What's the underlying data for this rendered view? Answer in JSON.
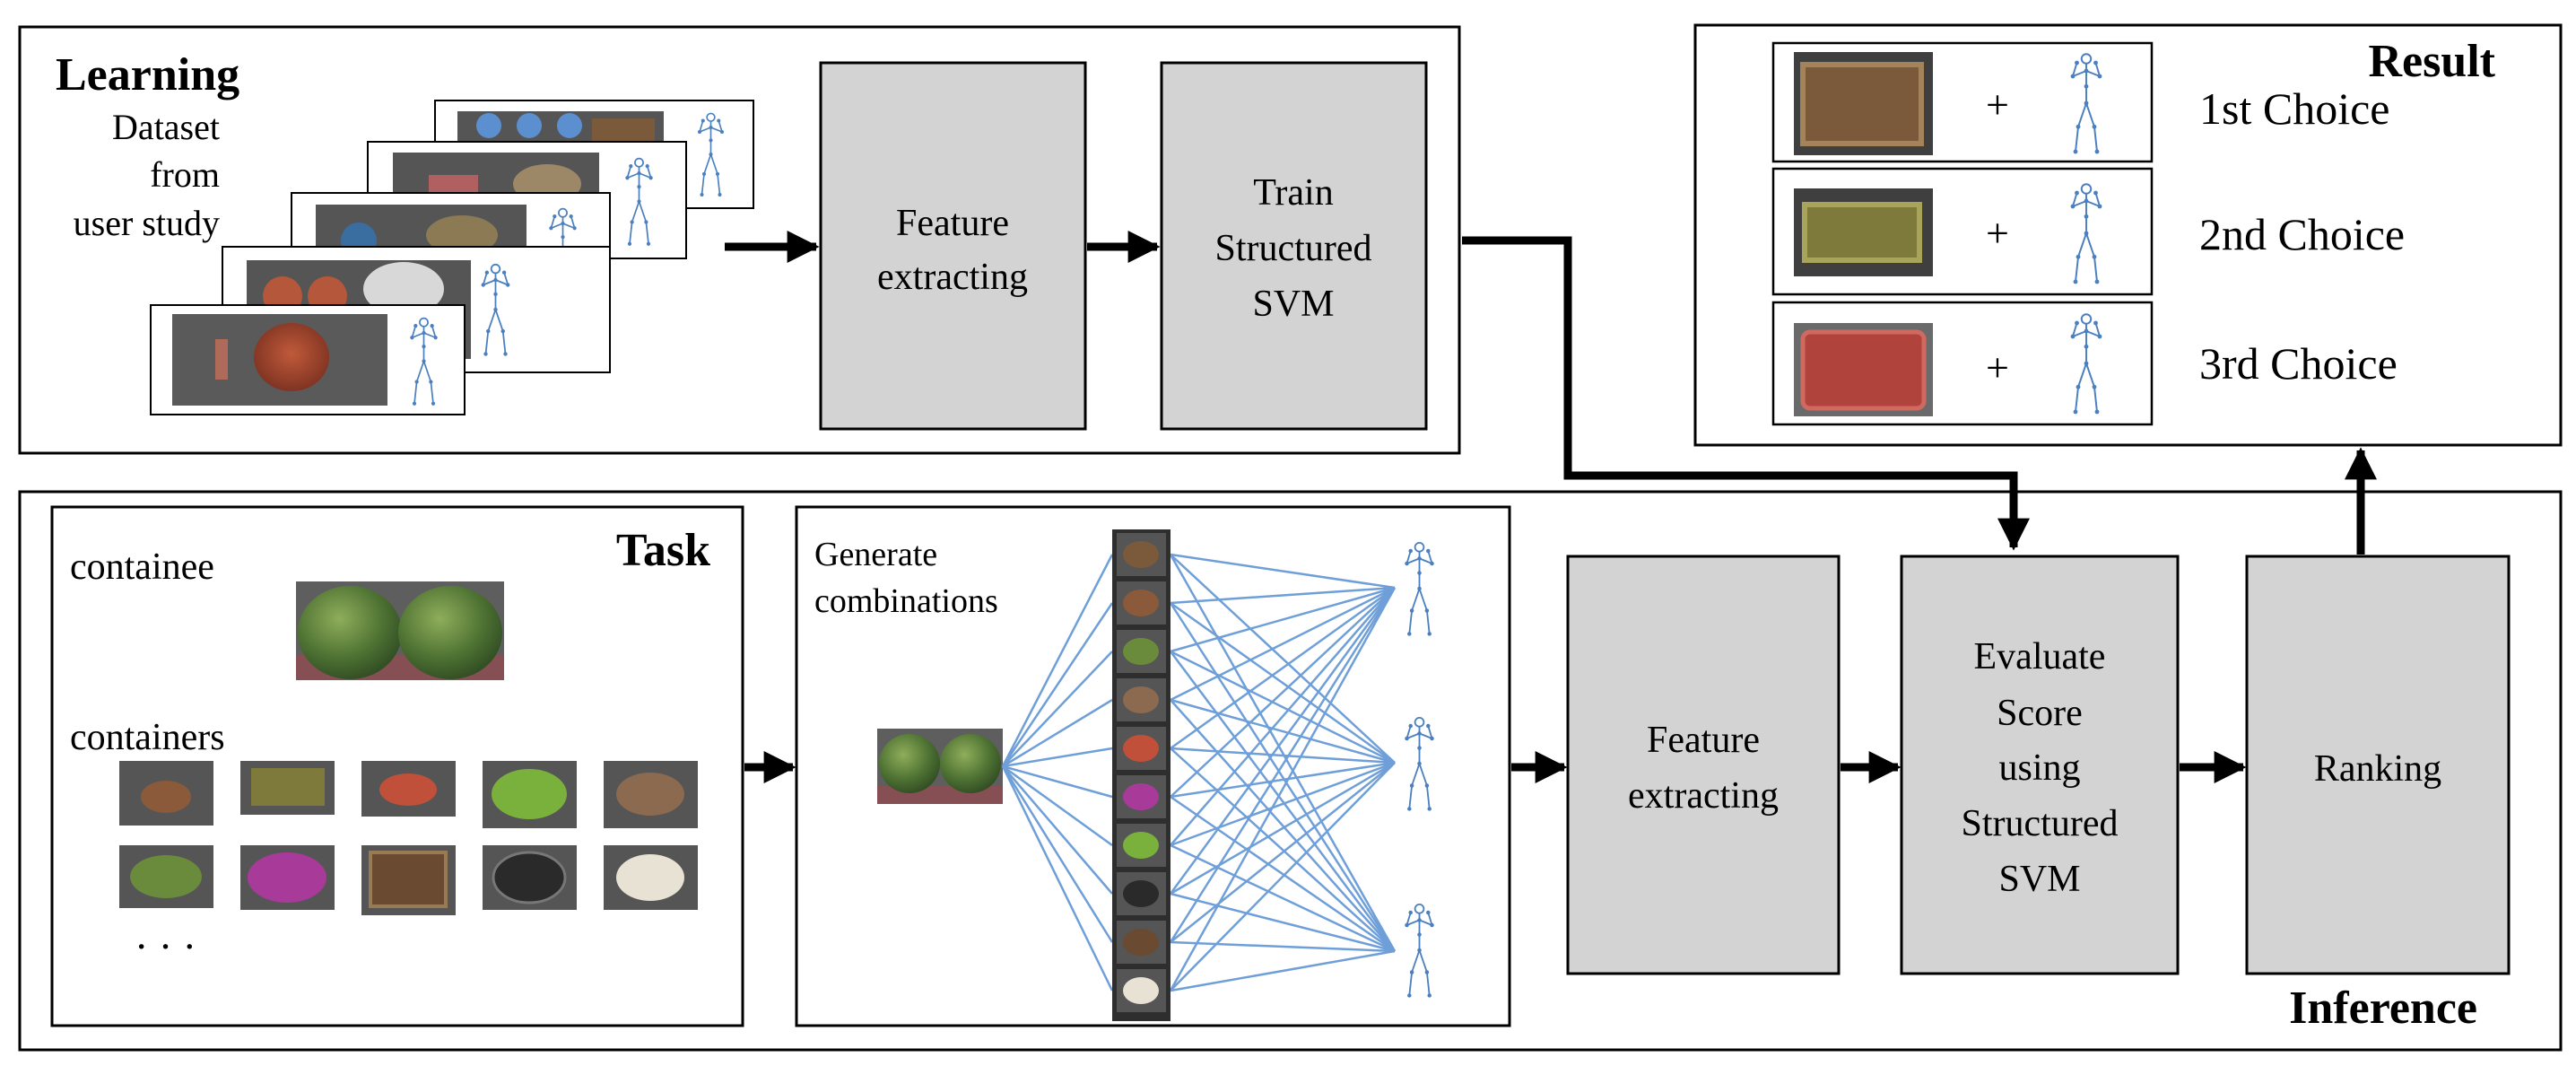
{
  "learning": {
    "title": "Learning",
    "dataset_lines": [
      "Dataset",
      "from",
      "user study"
    ],
    "feature_box": [
      "Feature",
      "extracting"
    ],
    "train_box": [
      "Train",
      "Structured",
      "SVM"
    ]
  },
  "result": {
    "title": "Result",
    "plus": "+",
    "choices": [
      "1st Choice",
      "2nd Choice",
      "3rd Choice"
    ]
  },
  "task": {
    "title": "Task",
    "containee_label": "containee",
    "containers_label": "containers",
    "ellipsis": "· · ·"
  },
  "generate": {
    "lines": [
      "Generate",
      "combinations"
    ]
  },
  "inference": {
    "title": "Inference",
    "feature_box": [
      "Feature",
      "extracting"
    ],
    "evaluate_box": [
      "Evaluate",
      "Score",
      "using",
      "Structured",
      "SVM"
    ],
    "ranking_box": [
      "Ranking"
    ]
  },
  "colors": {
    "box_fill": "#d3d3d3",
    "line_blue": "#6f9fd8",
    "skeleton_blue": "#4a7fc0",
    "watermelon": "#5a7d3c",
    "tray_brown": "#7a5a3a",
    "tray_olive": "#7d7a3c",
    "tray_red": "#b0443c"
  }
}
